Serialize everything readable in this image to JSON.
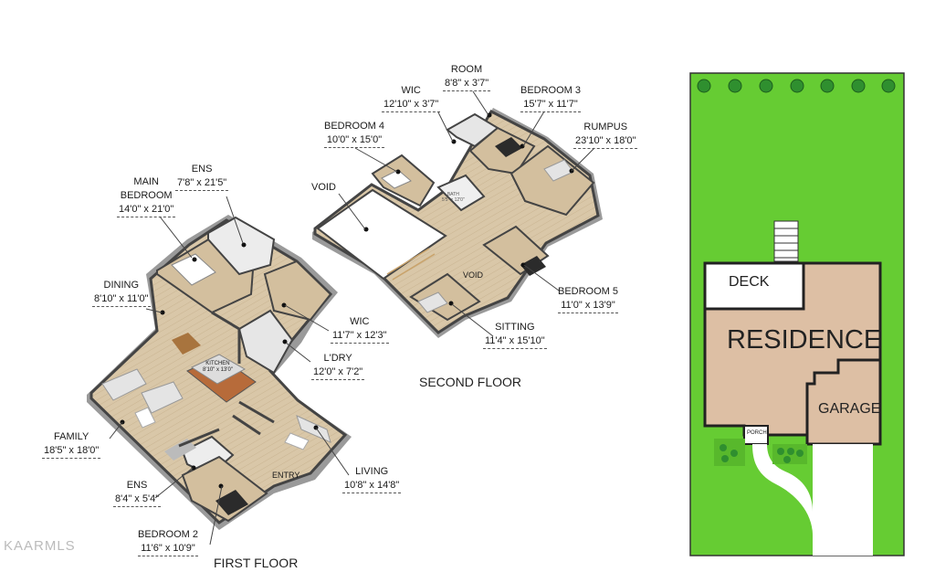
{
  "brand": "KAARMLS",
  "floors": {
    "first": "FIRST FLOOR",
    "second": "SECOND FLOOR"
  },
  "rooms": {
    "family": {
      "name": "FAMILY",
      "dim": "18'5\" x 18'0\""
    },
    "ens_first": {
      "name": "ENS",
      "dim": "8'4\" x 5'4\""
    },
    "bedroom2": {
      "name": "BEDROOM 2",
      "dim": "11'6\" x 10'9\""
    },
    "dining": {
      "name": "DINING",
      "dim": "8'10\" x 11'0\""
    },
    "main_bedroom": {
      "name": "MAIN BEDROOM",
      "dim": "14'0\" x 21'0\""
    },
    "ens_main": {
      "name": "ENS",
      "dim": "7'8\" x 21'5\""
    },
    "wic_first": {
      "name": "WIC",
      "dim": "11'7\" x 12'3\""
    },
    "ldry": {
      "name": "L'DRY",
      "dim": "12'0\" x 7'2\""
    },
    "living": {
      "name": "LIVING",
      "dim": "10'8\" x 14'8\""
    },
    "void_main": {
      "name": "VOID"
    },
    "bedroom4": {
      "name": "BEDROOM 4",
      "dim": "10'0\" x 15'0\""
    },
    "wic_second": {
      "name": "WIC",
      "dim": "12'10\" x 3'7\""
    },
    "room": {
      "name": "ROOM",
      "dim": "8'8\" x 3'7\""
    },
    "bedroom3": {
      "name": "BEDROOM 3",
      "dim": "15'7\" x 11'7\""
    },
    "rumpus": {
      "name": "RUMPUS",
      "dim": "23'10\" x 18'0\""
    },
    "bedroom5": {
      "name": "BEDROOM 5",
      "dim": "11'0\" x 13'9\""
    },
    "sitting": {
      "name": "SITTING",
      "dim": "11'4\" x 15'10\""
    }
  },
  "inline_labels": {
    "kitchen": "KITCHEN",
    "kitchen_dim": "8'10\" x 13'0\"",
    "entry": "ENTRY",
    "void_small": "VOID",
    "bath": "BATH",
    "bath_dim": "5'5\" x 12'0\""
  },
  "site": {
    "deck": "DECK",
    "residence": "RESIDENCE",
    "garage": "GARAGE",
    "porch": "PORCH"
  },
  "colors": {
    "lawn": "#66cc33",
    "residence": "#ddbfa4",
    "floor_wood": "#d6c3a3",
    "wall": "#4a4a4a"
  }
}
